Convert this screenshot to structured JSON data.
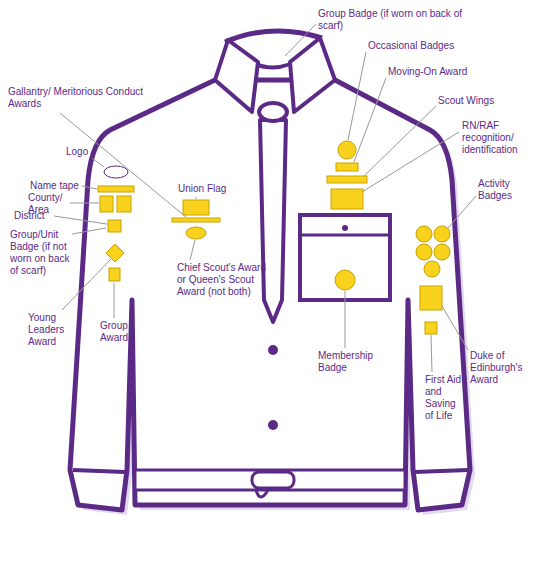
{
  "diagram": {
    "labels": [
      "Group Badge (if worn on back of scarf)",
      "Occasional Badges",
      "Moving-On Award",
      "Gallantry/ Meritorious Conduct Awards",
      "Scout Wings",
      "Logo",
      "RN/RAF recognition/ identification",
      "Name tape",
      "County/ Area",
      "Union Flag",
      "District",
      "Group/Unit Badge (if not worn on back of scarf)",
      "Activity Badges",
      "Chief Scout's Award or Queen's Scout Award (not both)",
      "Young Leaders Award",
      "Group Award",
      "Membership Badge",
      "Duke of Edinburgh's Award",
      "First Aid and Saving of Life"
    ]
  }
}
